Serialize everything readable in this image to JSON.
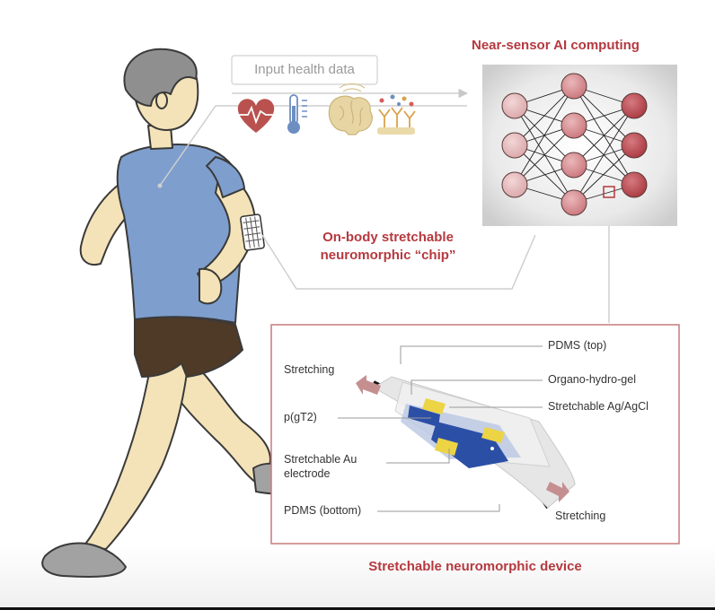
{
  "labels": {
    "input_health_data": "Input health data",
    "near_sensor_title": "Near-sensor AI computing",
    "on_body_line1": "On-body stretchable",
    "on_body_line2": "neuromorphic “chip”",
    "device_title": "Stretchable neuromorphic device",
    "pdms_top": "PDMS (top)",
    "organo_hydro_gel": "Organo-hydro-gel",
    "stretchable_ag_agcl": "Stretchable Ag/AgCl",
    "p_gt2": "p(gT2)",
    "stretchable_au_line1": "Stretchable Au",
    "stretchable_au_line2": "electrode",
    "pdms_bottom": "PDMS (bottom)",
    "stretching_left": "Stretching",
    "stretching_right": "Stretching"
  },
  "icons": [
    "heart-pulse-icon",
    "thermometer-icon",
    "brain-icon",
    "molecule-sensor-icon"
  ],
  "colors": {
    "accent_red": "#b5393f",
    "neuron_light": "#e4b3b5",
    "neuron_mid": "#d58e92",
    "neuron_dark": "#bd5057",
    "shirt": "#7e9ecd",
    "shorts": "#4f3a28",
    "skin": "#f4e3b8",
    "hair": "#8f8f8f",
    "shoe": "#a2a2a2",
    "device_blue": "#2c4fa6",
    "device_yellow": "#ecd445"
  }
}
